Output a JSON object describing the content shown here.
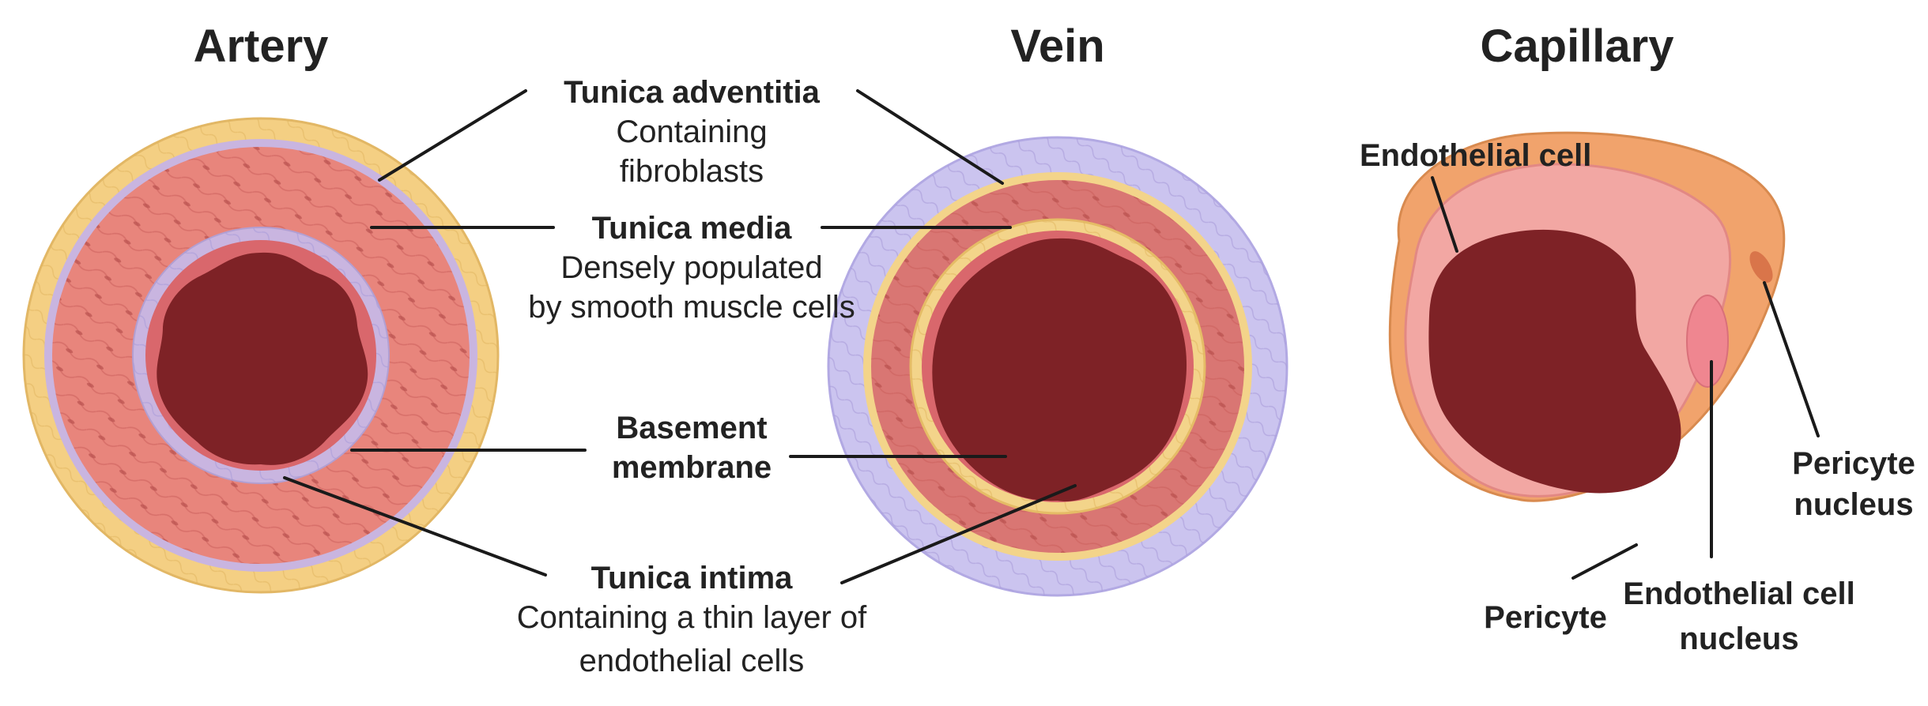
{
  "titles": {
    "artery": "Artery",
    "vein": "Vein",
    "capillary": "Capillary"
  },
  "labels": {
    "tunica_adventitia": {
      "heading": "Tunica adventitia",
      "desc_line1": "Containing",
      "desc_line2": "fibroblasts"
    },
    "tunica_media": {
      "heading": "Tunica media",
      "desc_line1": "Densely populated",
      "desc_line2": "by smooth muscle cells"
    },
    "basement_membrane": {
      "line1": "Basement",
      "line2": "membrane"
    },
    "tunica_intima": {
      "heading": "Tunica intima",
      "desc_line1": "Containing a thin layer of",
      "desc_line2": "endothelial cells"
    },
    "endothelial_cell": "Endothelial cell",
    "pericyte": "Pericyte",
    "pericyte_nucleus": {
      "line1": "Pericyte",
      "line2": "nucleus"
    },
    "endothelial_cell_nucleus": {
      "line1": "Endothelial cell",
      "line2": "nucleus"
    }
  },
  "colors": {
    "lumen": "#7e2226",
    "media": "#e8857c",
    "media_dark": "#d46f69",
    "adventitia_artery": "#f4cf83",
    "adventitia_vein": "#cbc4ef",
    "elastic": "#c9b5e0",
    "intima": "#d9676c",
    "basement_vein": "#f3d48a",
    "capillary_outer": "#f1a36c",
    "capillary_inner": "#f2a7a3",
    "capillary_nucleus": "#ef8690"
  }
}
